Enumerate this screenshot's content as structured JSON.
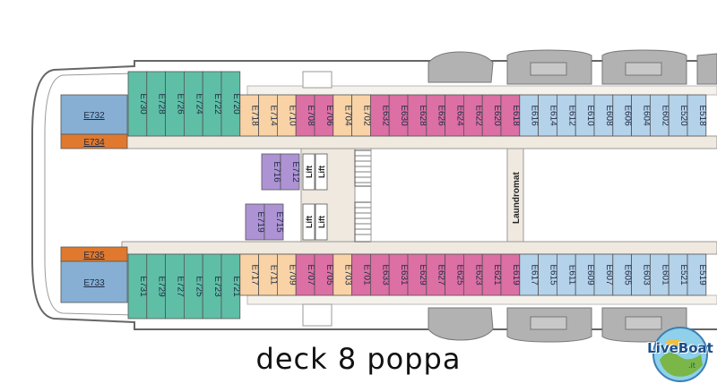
{
  "title": "deck 8 poppa",
  "watermark": {
    "text": "LiveBoat",
    "domain": ".it"
  },
  "colors": {
    "teal": "#5fbfa6",
    "blue": "#86afd3",
    "orange": "#e0792e",
    "peach": "#f9d3a6",
    "pink": "#dc6fa4",
    "purple": "#ad93d4",
    "light_blue": "#b4d2ea",
    "lifeboat": "#b2b2b2",
    "corridor": "#efe9df",
    "hull": "#666666"
  },
  "lifts": [
    "Lift",
    "Lift",
    "Lift",
    "Lift"
  ],
  "service": [
    "Laundromat"
  ],
  "cabins": {
    "top_row": [
      {
        "id": "E730",
        "color": "teal"
      },
      {
        "id": "E728",
        "color": "teal"
      },
      {
        "id": "E726",
        "color": "teal"
      },
      {
        "id": "E724",
        "color": "teal"
      },
      {
        "id": "E722",
        "color": "teal"
      },
      {
        "id": "E720",
        "color": "teal"
      },
      {
        "id": "E718",
        "color": "peach"
      },
      {
        "id": "E714",
        "color": "peach"
      },
      {
        "id": "E710",
        "color": "peach"
      },
      {
        "id": "E708",
        "color": "pink"
      },
      {
        "id": "E706",
        "color": "pink"
      },
      {
        "id": "E704",
        "color": "peach"
      },
      {
        "id": "E702",
        "color": "peach"
      },
      {
        "id": "E632",
        "color": "pink"
      },
      {
        "id": "E630",
        "color": "pink"
      },
      {
        "id": "E628",
        "color": "pink"
      },
      {
        "id": "E626",
        "color": "pink"
      },
      {
        "id": "E624",
        "color": "pink"
      },
      {
        "id": "E622",
        "color": "pink"
      },
      {
        "id": "E620",
        "color": "pink"
      },
      {
        "id": "E618",
        "color": "pink"
      },
      {
        "id": "E616",
        "color": "light_blue"
      },
      {
        "id": "E614",
        "color": "light_blue"
      },
      {
        "id": "E612",
        "color": "light_blue"
      },
      {
        "id": "E610",
        "color": "light_blue"
      },
      {
        "id": "E608",
        "color": "light_blue"
      },
      {
        "id": "E606",
        "color": "light_blue"
      },
      {
        "id": "E604",
        "color": "light_blue"
      },
      {
        "id": "E602",
        "color": "light_blue"
      },
      {
        "id": "E520",
        "color": "light_blue"
      },
      {
        "id": "E518",
        "color": "light_blue"
      }
    ],
    "bottom_row": [
      {
        "id": "E731",
        "color": "teal"
      },
      {
        "id": "E729",
        "color": "teal"
      },
      {
        "id": "E727",
        "color": "teal"
      },
      {
        "id": "E725",
        "color": "teal"
      },
      {
        "id": "E723",
        "color": "teal"
      },
      {
        "id": "E721",
        "color": "teal"
      },
      {
        "id": "E717",
        "color": "peach"
      },
      {
        "id": "E711",
        "color": "peach"
      },
      {
        "id": "E709",
        "color": "peach"
      },
      {
        "id": "E707",
        "color": "pink"
      },
      {
        "id": "E705",
        "color": "pink"
      },
      {
        "id": "E703",
        "color": "peach"
      },
      {
        "id": "E701",
        "color": "pink"
      },
      {
        "id": "E633",
        "color": "pink"
      },
      {
        "id": "E631",
        "color": "pink"
      },
      {
        "id": "E629",
        "color": "pink"
      },
      {
        "id": "E627",
        "color": "pink"
      },
      {
        "id": "E625",
        "color": "pink"
      },
      {
        "id": "E623",
        "color": "pink"
      },
      {
        "id": "E621",
        "color": "pink"
      },
      {
        "id": "E619",
        "color": "pink"
      },
      {
        "id": "E617",
        "color": "light_blue"
      },
      {
        "id": "E615",
        "color": "light_blue"
      },
      {
        "id": "E611",
        "color": "light_blue"
      },
      {
        "id": "E609",
        "color": "light_blue"
      },
      {
        "id": "E607",
        "color": "light_blue"
      },
      {
        "id": "E605",
        "color": "light_blue"
      },
      {
        "id": "E603",
        "color": "light_blue"
      },
      {
        "id": "E601",
        "color": "light_blue"
      },
      {
        "id": "E521",
        "color": "light_blue"
      },
      {
        "id": "E519",
        "color": "light_blue"
      }
    ],
    "aft_cabins": [
      {
        "id": "E732",
        "color": "blue"
      },
      {
        "id": "E734",
        "color": "orange"
      },
      {
        "id": "E735",
        "color": "orange"
      },
      {
        "id": "E733",
        "color": "blue"
      }
    ],
    "center_cabins": [
      {
        "id": "E716",
        "color": "purple"
      },
      {
        "id": "E712",
        "color": "purple"
      },
      {
        "id": "E719",
        "color": "purple"
      },
      {
        "id": "E715",
        "color": "purple"
      }
    ]
  }
}
